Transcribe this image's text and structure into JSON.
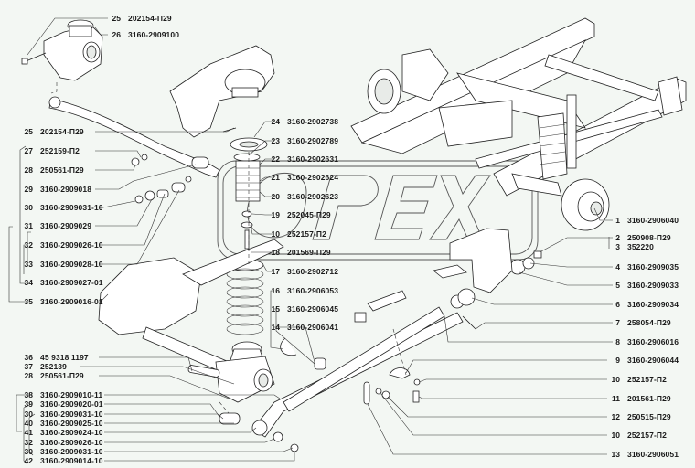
{
  "watermark": "OPEX",
  "labels_left_top": [
    {
      "num": "25",
      "part": "202154-П29"
    },
    {
      "num": "26",
      "part": "3160-2909100"
    }
  ],
  "labels_left": [
    {
      "num": "25",
      "part": "202154-П29"
    },
    {
      "num": "27",
      "part": "252159-П2"
    },
    {
      "num": "28",
      "part": "250561-П29"
    },
    {
      "num": "29",
      "part": "3160-2909018"
    },
    {
      "num": "30",
      "part": "3160-2909031-10"
    },
    {
      "num": "31",
      "part": "3160-2909029"
    },
    {
      "num": "32",
      "part": "3160-2909026-10"
    },
    {
      "num": "33",
      "part": "3160-2909028-10"
    },
    {
      "num": "34",
      "part": "3160-2909027-01"
    },
    {
      "num": "35",
      "part": "3160-2909016-01"
    }
  ],
  "labels_left_bottom": [
    {
      "num": "36",
      "part": "45 9318 1197"
    },
    {
      "num": "37",
      "part": "252139"
    },
    {
      "num": "28",
      "part": "250561-П29"
    },
    {
      "num": "38",
      "part": "3160-2909010-11"
    },
    {
      "num": "39",
      "part": "3160-2909020-01"
    },
    {
      "num": "30",
      "part": "3160-2909031-10"
    },
    {
      "num": "40",
      "part": "3160-2909025-10"
    },
    {
      "num": "41",
      "part": "3160-2909024-10"
    },
    {
      "num": "32",
      "part": "3160-2909026-10"
    },
    {
      "num": "30",
      "part": "3160-2909031-10"
    },
    {
      "num": "42",
      "part": "3160-2909014-10"
    }
  ],
  "labels_center": [
    {
      "num": "24",
      "part": "3160-2902738"
    },
    {
      "num": "23",
      "part": "3160-2902789"
    },
    {
      "num": "22",
      "part": "3160-2902631"
    },
    {
      "num": "21",
      "part": "3160-2902624"
    },
    {
      "num": "20",
      "part": "3160-2902623"
    },
    {
      "num": "19",
      "part": "252045-П29"
    },
    {
      "num": "10",
      "part": "252157-П2"
    },
    {
      "num": "18",
      "part": "201569-П29"
    },
    {
      "num": "17",
      "part": "3160-2902712"
    },
    {
      "num": "16",
      "part": "3160-2906053"
    },
    {
      "num": "15",
      "part": "3160-2906045"
    },
    {
      "num": "14",
      "part": "3160-2906041"
    }
  ],
  "labels_right": [
    {
      "num": "1",
      "part": "3160-2906040"
    },
    {
      "num": "2",
      "part": "250908-П29"
    },
    {
      "num": "3",
      "part": "352220"
    },
    {
      "num": "4",
      "part": "3160-2909035"
    },
    {
      "num": "5",
      "part": "3160-2909033"
    },
    {
      "num": "6",
      "part": "3160-2909034"
    },
    {
      "num": "7",
      "part": "258054-П29"
    },
    {
      "num": "8",
      "part": "3160-2906016"
    },
    {
      "num": "9",
      "part": "3160-2906044"
    },
    {
      "num": "10",
      "part": "252157-П2"
    },
    {
      "num": "11",
      "part": "201561-П29"
    },
    {
      "num": "12",
      "part": "250515-П29"
    },
    {
      "num": "10",
      "part": "252157-П2"
    },
    {
      "num": "13",
      "part": "3160-2906051"
    }
  ]
}
